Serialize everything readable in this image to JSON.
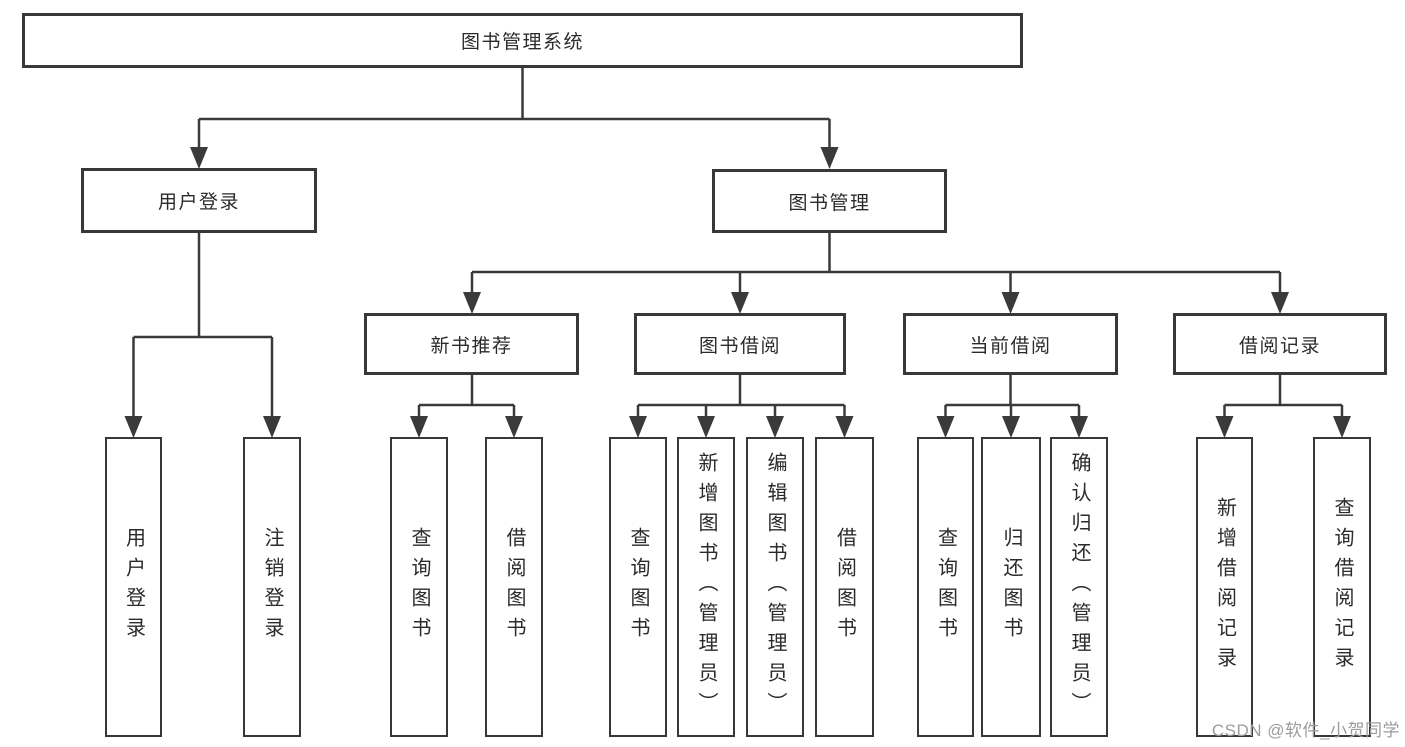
{
  "tree": {
    "label": "图书管理系统",
    "children": [
      {
        "label": "用户登录",
        "children": [
          {
            "label": "用户登录"
          },
          {
            "label": "注销登录"
          }
        ]
      },
      {
        "label": "图书管理",
        "children": [
          {
            "label": "新书推荐",
            "children": [
              {
                "label": "查询图书"
              },
              {
                "label": "借阅图书"
              }
            ]
          },
          {
            "label": "图书借阅",
            "children": [
              {
                "label": "查询图书"
              },
              {
                "label": "新增图书（管理员）"
              },
              {
                "label": "编辑图书（管理员）"
              },
              {
                "label": "借阅图书"
              }
            ]
          },
          {
            "label": "当前借阅",
            "children": [
              {
                "label": "查询图书"
              },
              {
                "label": "归还图书"
              },
              {
                "label": "确认归还（管理员）"
              }
            ]
          },
          {
            "label": "借阅记录",
            "children": [
              {
                "label": "新增借阅记录"
              },
              {
                "label": "查询借阅记录"
              }
            ]
          }
        ]
      }
    ]
  },
  "watermark": {
    "text": "CSDN @软件_小贺同学",
    "color": "#9c9c9c"
  },
  "colors": {
    "line": "#3a3a3a",
    "box_border": "#383838",
    "text": "#2b2b2b",
    "background": "#ffffff"
  }
}
